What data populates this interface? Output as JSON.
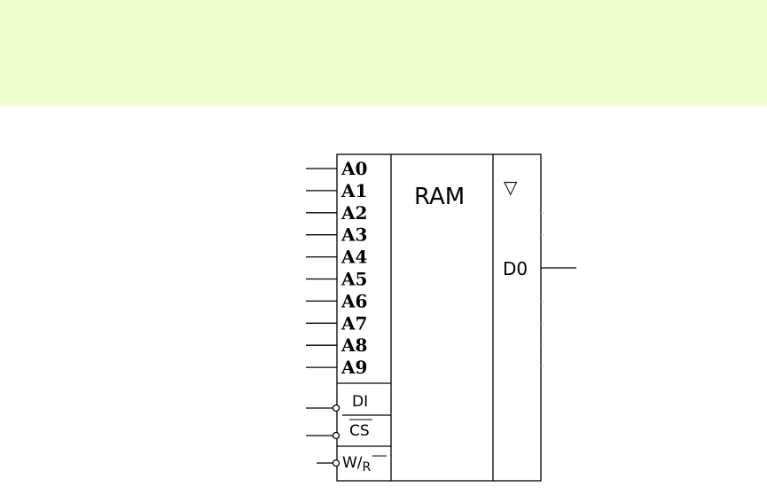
{
  "chip": {
    "title": "RAM",
    "output_symbol": "▽",
    "output_label": "D0",
    "address_pins": [
      "A0",
      "A1",
      "A2",
      "A3",
      "A4",
      "A5",
      "A6",
      "A7",
      "A8",
      "A9"
    ],
    "data_in_label": "DI",
    "chip_select_label": "CS",
    "write_read_label": "W/",
    "write_read_sub": "R"
  },
  "colors": {
    "banner": "#f0fed0",
    "line": "#000000"
  }
}
